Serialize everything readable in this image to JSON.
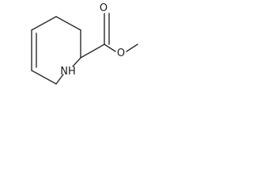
{
  "structure": {
    "atoms": {
      "ring_nitrogen": "NH",
      "carbonyl_oxygen": "O",
      "ester_oxygen": "O"
    }
  }
}
